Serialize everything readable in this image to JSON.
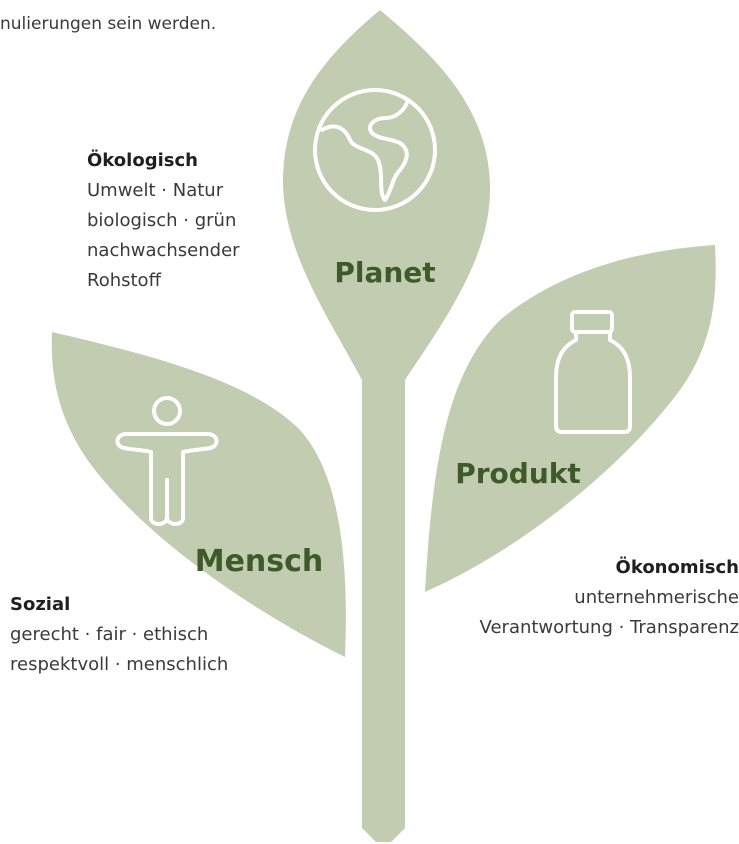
{
  "intro_text": "nulierungen sein werden.",
  "colors": {
    "leaf": "#c1ccb0",
    "label": "#3f5a2a",
    "icon_stroke": "#ffffff"
  },
  "pillars": {
    "planet": {
      "label": "Planet",
      "icon": "globe-icon"
    },
    "produkt": {
      "label": "Produkt",
      "icon": "bottle-icon"
    },
    "mensch": {
      "label": "Mensch",
      "icon": "person-icon"
    }
  },
  "oekologisch": {
    "heading": "Ökologisch",
    "lines": [
      "Umwelt · Natur",
      "biologisch · grün",
      "nachwachsender",
      "Rohstoff"
    ]
  },
  "sozial": {
    "heading": "Sozial",
    "lines": [
      "gerecht · fair · ethisch",
      "respektvoll · menschlich"
    ]
  },
  "oekonomisch": {
    "heading": "Ökonomisch",
    "lines": [
      "unternehmerische",
      "Verantwortung · Transparenz"
    ]
  }
}
